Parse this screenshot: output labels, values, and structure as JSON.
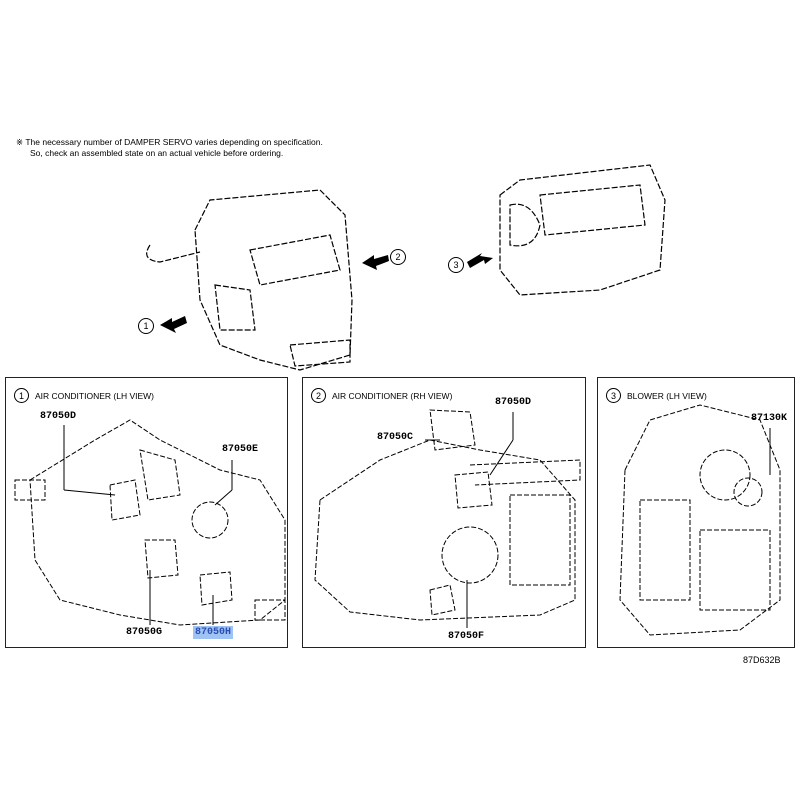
{
  "note": {
    "line1": "※ The necessary number of DAMPER SERVO varies depending on specification.",
    "line2": "So, check an assembled state on an actual vehicle before ordering."
  },
  "callouts": [
    "1",
    "2",
    "3"
  ],
  "panels": [
    {
      "num": "1",
      "title": "AIR CONDITIONER (LH VIEW)",
      "parts": [
        "87050D",
        "87050E",
        "87050G",
        "87050H"
      ]
    },
    {
      "num": "2",
      "title": "AIR CONDITIONER (RH VIEW)",
      "parts": [
        "87050D",
        "87050C",
        "87050F"
      ]
    },
    {
      "num": "3",
      "title": "BLOWER (LH VIEW)",
      "parts": [
        "87130K"
      ]
    }
  ],
  "highlight_color": "#9fc3f4",
  "figure_code": "87D632B"
}
